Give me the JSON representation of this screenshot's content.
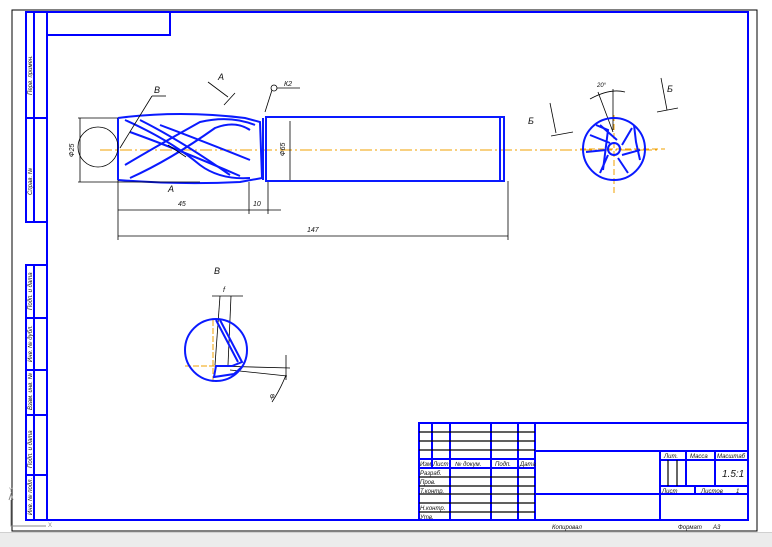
{
  "colors": {
    "frame": "#0000ff",
    "geometry": "#0a1aff",
    "axis": "#f0a000",
    "dim": "#000000"
  },
  "views": {
    "section_A_label": "А",
    "section_A_label2": "А",
    "view_B_label": "В",
    "view_B_title": "В",
    "section_B_label_left": "Б",
    "section_B_label_right": "Б",
    "roughness": "К2",
    "angle": "20°",
    "dim_f": "f",
    "dim_phi": "φ"
  },
  "dimensions": {
    "dia_head": "Ф25",
    "dia_shank": "Ф65",
    "len_cut": "45",
    "len_neck": "10",
    "len_total": "147"
  },
  "title_block": {
    "headers": [
      "Изм",
      "Лист",
      "№ докум.",
      "Подп.",
      "Дата"
    ],
    "roles": [
      "Разраб.",
      "Пров.",
      "Т.контр.",
      "",
      "Н.контр.",
      "Утв."
    ],
    "lit": "Лит.",
    "mass": "Масса",
    "scale_label": "Масштаб",
    "scale": "1.5:1",
    "sheet": "Лист",
    "sheets": "Листов",
    "sheets_count": "1",
    "copied": "Копировал",
    "format_label": "Формат",
    "format": "А3"
  },
  "side_stamps": [
    "Перв. примен.",
    "Справ. №",
    "Подп. и дата",
    "Инв. № дубл.",
    "Взам. инв. №",
    "Подп. и дата",
    "Инв. № подл."
  ],
  "axes": {
    "x": "X",
    "y": "Y"
  }
}
